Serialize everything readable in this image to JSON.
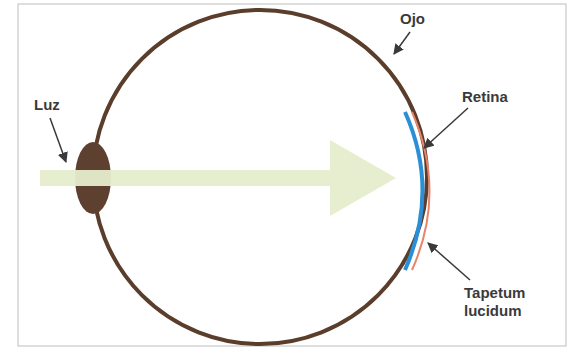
{
  "diagram": {
    "labels": [
      "Ojo",
      "Retina",
      "Luz",
      "Tapetum lucidum"
    ]
  }
}
